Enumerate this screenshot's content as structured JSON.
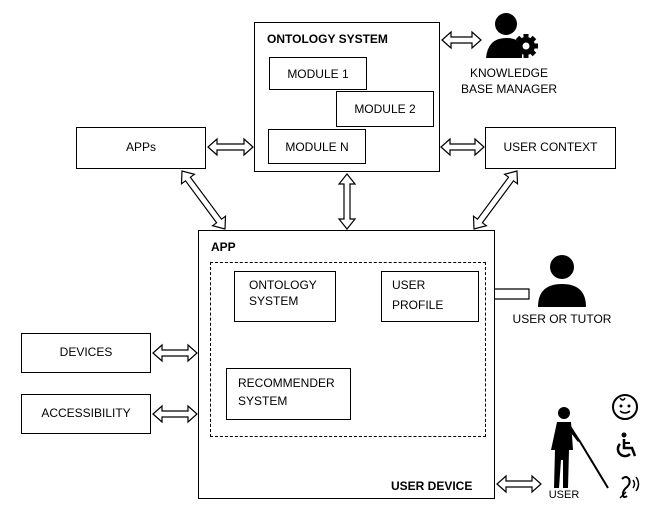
{
  "ontology_system": {
    "title": "ONTOLOGY SYSTEM",
    "modules": [
      "MODULE 1",
      "MODULE 2",
      "MODULE N"
    ]
  },
  "knowledge_base_manager": {
    "line1": "KNOWLEDGE",
    "line2": "BASE MANAGER",
    "icon": "user-gear-icon"
  },
  "apps_label": "APPs",
  "user_context_label": "USER CONTEXT",
  "app": {
    "title": "APP",
    "footer": "USER DEVICE",
    "ontology": {
      "line1": "ONTOLOGY",
      "line2": "SYSTEM"
    },
    "profile": {
      "line1": "USER",
      "line2": "PROFILE"
    },
    "recommender": {
      "line1": "RECOMMENDER",
      "line2": "SYSTEM"
    }
  },
  "devices_label": "DEVICES",
  "accessibility_label": "ACCESSIBILITY",
  "user_or_tutor": {
    "label": "USER OR TUTOR",
    "icon": "person-icon"
  },
  "user": {
    "label": "USER",
    "icon": "blind-person-icon",
    "disability_icons": [
      "baby-face-icon",
      "wheelchair-icon",
      "hearing-assist-icon"
    ]
  }
}
